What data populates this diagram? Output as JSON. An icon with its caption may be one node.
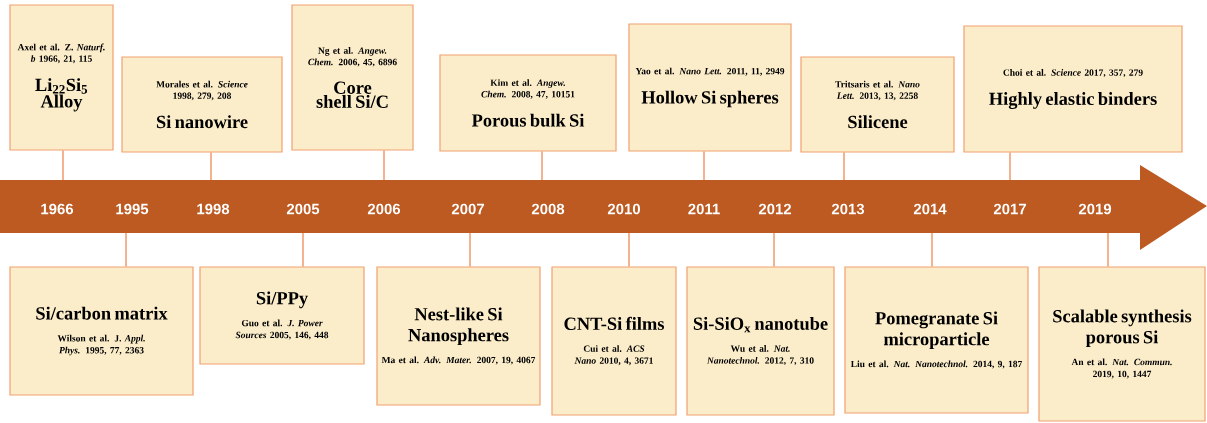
{
  "diagram": {
    "nodes": [
      {
        "text": [
          "Axel et al. Z. *Naturf. b* 1966, 21, 115",
          "Li$_{22}$Si$_{5}$ Alloy"
        ]
      },
      {
        "text": [
          "Morales et al. *Science* 1998, 279, 208",
          "Si nanowire"
        ]
      },
      {
        "text": [
          "Ng et al. *Angew. Chem.* 2006, 45, 6896",
          "Core shell Si/C"
        ]
      },
      {
        "text": [
          "Kim et al. *Angew. Chem.* 2008, 47, 10151",
          "Porous bulk Si"
        ]
      },
      {
        "text": [
          "Yao et al. *Nano Lett.* 2011, 11, 2949",
          "Hollow Si spheres"
        ]
      },
      {
        "text": [
          "Tritsaris et al. *Nano Lett.* 2013, 13, 2258",
          "Silicene"
        ]
      },
      {
        "text": [
          "Choi et al. *Science* 2017, 357, 279",
          "Highly elastic binders"
        ]
      },
      {
        "text": [
          "Si/carbon matrix",
          "Wilson et al. J. *Appl. Phys.* 1995, 77, 2363"
        ]
      },
      {
        "text": [
          "Si/PPy",
          "Guo et al. *J. Power Sources* 2005, 146, 448"
        ]
      },
      {
        "text": [
          "Nest-like Si Nanospheres",
          "Ma et al. *Adv. Mater.* 2007, 19, 4067"
        ]
      },
      {
        "text": [
          "CNT-Si films",
          "Cui et al. *ACS Nano* 2010, 4, 3671"
        ]
      },
      {
        "text": [
          "Si-SiO$_{x}$ nanotube",
          "Wu et al. *Nat. Nanotechnol.* 2012, 7, 310"
        ]
      },
      {
        "text": [
          "Pomegranate Si microparticle",
          "Liu et al. *Nat. Nanotechnol.* 2014, 9, 187"
        ]
      },
      {
        "text": [
          "Scalable synthesis porous Si",
          "An et al. *Nat. Commun.* 2019, 10, 1447"
        ]
      },
      {
        "text": [],
        "shape": "arrow"
      }
    ],
    "edges": [
      {
        "from": 0,
        "to": 14,
        "arrow": "none"
      },
      {
        "from": 1,
        "to": 14,
        "arrow": "none"
      },
      {
        "from": 2,
        "to": 14,
        "arrow": "none"
      },
      {
        "from": 3,
        "to": 14,
        "arrow": "none"
      },
      {
        "from": 4,
        "to": 14,
        "arrow": "none"
      },
      {
        "from": 5,
        "to": 14,
        "arrow": "none"
      },
      {
        "from": 6,
        "to": 14,
        "arrow": "none"
      },
      {
        "from": 7,
        "to": 14,
        "arrow": "none"
      },
      {
        "from": 8,
        "to": 14,
        "arrow": "none"
      },
      {
        "from": 9,
        "to": 14,
        "arrow": "none"
      },
      {
        "from": 10,
        "to": 14,
        "arrow": "none"
      },
      {
        "from": 11,
        "to": 14,
        "arrow": "none"
      },
      {
        "from": 12,
        "to": 14,
        "arrow": "none"
      },
      {
        "from": 13,
        "to": 14,
        "arrow": "none"
      }
    ],
    "labels": [
      "1966",
      "1995",
      "1998",
      "2005",
      "2006",
      "2007",
      "2008",
      "2010",
      "2011",
      "2012",
      "2013",
      "2014",
      "2017",
      "2019"
    ]
  }
}
